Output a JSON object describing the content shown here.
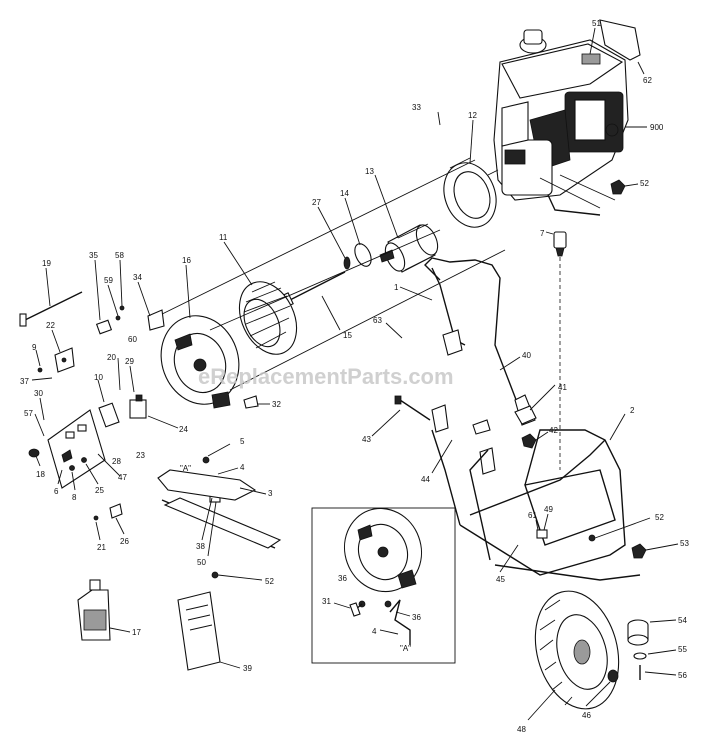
{
  "watermark": "eReplacementParts.com",
  "callouts": {
    "c51": "51",
    "c62": "62",
    "c900": "900",
    "c52a": "52",
    "c33": "33",
    "c12": "12",
    "c13": "13",
    "c14": "14",
    "c27": "27",
    "c7": "7",
    "c11": "11",
    "c16": "16",
    "c19": "19",
    "c35": "35",
    "c58": "58",
    "c59": "59",
    "c34": "34",
    "c60": "60",
    "c15": "15",
    "c1": "1",
    "c63": "63",
    "c22": "22",
    "c9": "9",
    "c37": "37",
    "c20": "20",
    "c10": "10",
    "c29": "29",
    "c40": "40",
    "c41": "41",
    "c30": "30",
    "c57": "57",
    "c32": "32",
    "c2": "2",
    "c24": "24",
    "c28": "28",
    "c23": "23",
    "c43": "43",
    "c42": "42",
    "c18": "18",
    "c6": "6",
    "c8": "8",
    "c25": "25",
    "c47": "47",
    "c5": "5",
    "c4a": "4",
    "c3": "3",
    "cA1": "\"A\"",
    "c44": "44",
    "c21": "21",
    "c26": "26",
    "c38": "38",
    "c50": "50",
    "c52b": "52",
    "c61": "61",
    "c49": "49",
    "c52c": "52",
    "c53": "53",
    "c45": "45",
    "c36a": "36",
    "c31": "31",
    "c36b": "36",
    "c4b": "4",
    "cA2": "\"A\"",
    "c17": "17",
    "c39": "39",
    "c54": "54",
    "c55": "55",
    "c56": "56",
    "c48": "48",
    "c46": "46"
  }
}
